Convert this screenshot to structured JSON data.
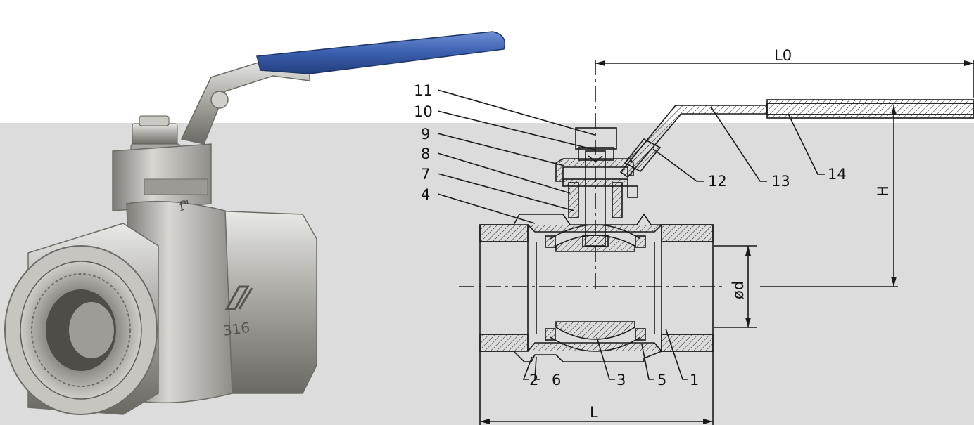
{
  "photo": {
    "marking_size": "f\"",
    "marking_material": "316",
    "logo_icon": "brand-logo-icon"
  },
  "drawing": {
    "part_numbers": [
      "11",
      "10",
      "9",
      "8",
      "7",
      "4",
      "12",
      "13",
      "14",
      "2",
      "6",
      "3",
      "5",
      "1"
    ],
    "dimensions": {
      "overall_length": "L0",
      "height": "H",
      "bore_diameter": "ød",
      "body_length": "L"
    }
  },
  "colors": {
    "handle_grip": "#3a5fae",
    "background_band": "#dcdcdc",
    "line": "#1a1a1a"
  }
}
